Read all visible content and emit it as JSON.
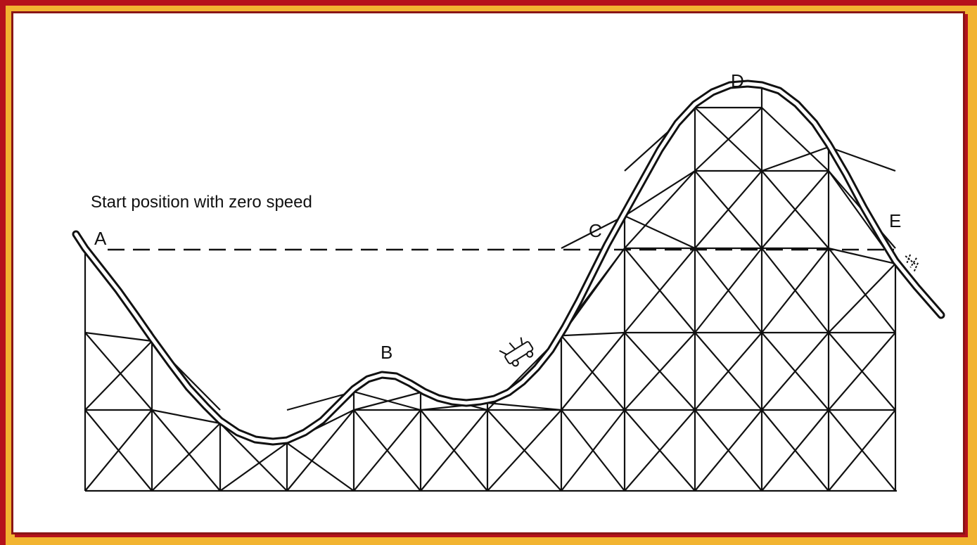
{
  "colors": {
    "outer_border": "#b5121b",
    "gold_border": "#f2b431",
    "inner_border": "#8a1515",
    "line": "#111111",
    "background": "#ffffff"
  },
  "diagram": {
    "start_label": "Start position with zero speed",
    "points": {
      "A": "A",
      "B": "B",
      "C": "C",
      "D": "D",
      "E": "E"
    }
  }
}
